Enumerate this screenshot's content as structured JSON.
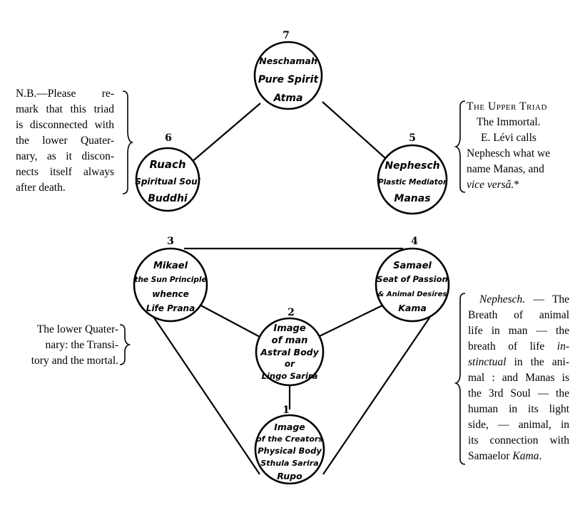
{
  "nodes": [
    {
      "number": "7",
      "lines": [
        "Neschamah",
        "Pure Spirit",
        "Atma"
      ]
    },
    {
      "number": "6",
      "lines": [
        "Ruach",
        "Spiritual Soul",
        "Buddhi"
      ]
    },
    {
      "number": "5",
      "lines": [
        "Nephesch",
        "Plastic Mediator",
        "Manas"
      ]
    },
    {
      "number": "3",
      "lines": [
        "Mikael",
        "the Sun Principle",
        "whence",
        "Life Prana"
      ]
    },
    {
      "number": "4",
      "lines": [
        "Samael",
        "Seat of Passion",
        "& Animal Desires",
        "Kama"
      ]
    },
    {
      "number": "2",
      "lines": [
        "Image",
        "of man",
        "Astral Body",
        "or",
        "Lingo Sarira"
      ]
    },
    {
      "number": "1",
      "lines": [
        "Image",
        "of the Creators",
        "Physical Body",
        "Sthula Sarira",
        "Rupo"
      ]
    }
  ],
  "notes": {
    "left_upper": [
      "N.B.—Please re-",
      "mark that this triad",
      "is disconnected with",
      "the lower Quater-",
      "nary, as it discon-",
      "nects itself always",
      "after death."
    ],
    "left_lower": [
      "The lower Quater-",
      "nary: the Transi-",
      "tory and the mortal."
    ],
    "right_upper": {
      "heading": "The Upper Triad",
      "subheading": "The Immortal.",
      "lines": [
        "E. Lévi calls",
        "Nephesch what we",
        "name Manas, and"
      ],
      "last_italic": "vice versâ.",
      "last_mark": "*"
    },
    "right_lower": {
      "first_italic": "Nephesch.",
      "first_rest": " — The",
      "line2": "Breath of animal",
      "line3": "life in man — the",
      "line4a": "breath of life ",
      "line4b": "in-",
      "line5a": "stinctual",
      "line5b": " in the ani-",
      "line6": "mal : and Manas is",
      "line7": "the 3rd Soul — the",
      "line8": "human in its light",
      "line9": "side, — animal,  in",
      "line10": "its connection with",
      "line11a": "Samaelor ",
      "line11b": "Kama",
      "line11c": "."
    }
  }
}
